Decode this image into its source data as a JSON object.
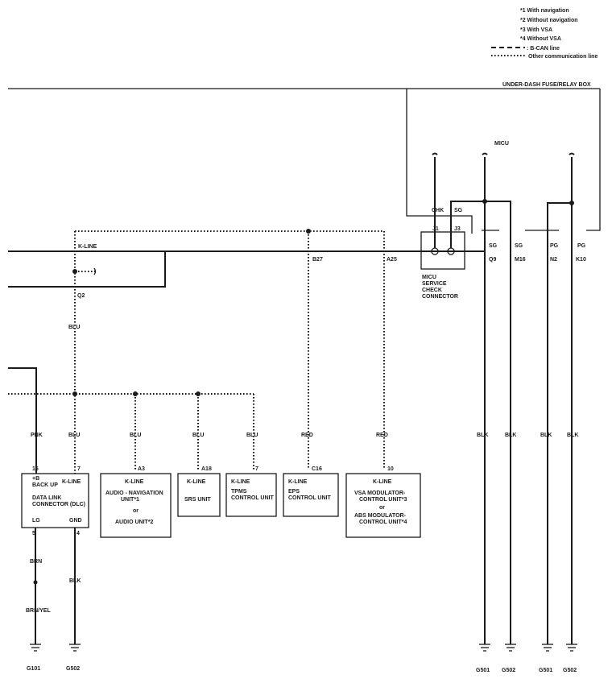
{
  "legend": {
    "notes": [
      "*1  With navigation",
      "*2  Without navigation",
      "*3  With VSA",
      "*4  Without VSA"
    ],
    "bcan": ": B-CAN line",
    "other": "Other communication line"
  },
  "fuse_box": {
    "title": "UNDER-DASH FUSE/RELAY BOX",
    "micu": "MICU"
  },
  "service_connector": {
    "labels": [
      "MICU",
      "SERVICE",
      "CHECK",
      "CONNECTOR"
    ],
    "pin_j1": "J1",
    "pin_j3": "J3",
    "wire_chk": "CHK",
    "wire_sg": "SG"
  },
  "kline_main": "K-LINE",
  "micu_terminals": [
    {
      "signal": "SG",
      "pin": "Q9",
      "color": "BLK",
      "ground": "G501"
    },
    {
      "signal": "SG",
      "pin": "M16",
      "color": "BLK",
      "ground": "G502"
    },
    {
      "signal": "PG",
      "pin": "N2",
      "color": "BLK",
      "ground": "G501"
    },
    {
      "signal": "PG",
      "pin": "K10",
      "color": "BLK",
      "ground": "G502"
    }
  ],
  "pins": {
    "b27": "B27",
    "a25": "A25",
    "q2": "Q2"
  },
  "wire_colors": {
    "blu_q2": "BLU",
    "red_eps": "RED",
    "red_vsa": "RED",
    "pnk": "PNK",
    "blu_dlc": "BLU",
    "blu_audio": "BLU",
    "blu_srs": "BLU",
    "blu_tpms": "BLU"
  },
  "dlc": {
    "pin_16": "16",
    "pin_7": "7",
    "pin_5": "5",
    "pin_4": "4",
    "plus_b": "+B",
    "backup": "BACK UP",
    "kline": "K-LINE",
    "name1": "DATA LINK",
    "name2": "CONNECTOR (DLC)",
    "lg": "LG",
    "gnd": "GND",
    "wire_brn": "BRN",
    "wire_brn_yel": "BRN/YEL",
    "wire_blk": "BLK",
    "ground1": "G101",
    "ground2": "G502"
  },
  "audio": {
    "pin": "A3",
    "kline": "K-LINE",
    "line1": "AUDIO - NAVIGATION",
    "line2": "UNIT*1",
    "line3": "or",
    "line4": "AUDIO UNIT*2"
  },
  "srs": {
    "pin": "A18",
    "kline": "K-LINE",
    "name": "SRS UNIT"
  },
  "tpms": {
    "pin": "7",
    "kline": "K-LINE",
    "line1": "TPMS",
    "line2": "CONTROL UNIT"
  },
  "eps": {
    "pin": "C16",
    "kline": "K-LINE",
    "line1": "EPS",
    "line2": "CONTROL UNIT"
  },
  "vsa": {
    "pin": "10",
    "kline": "K-LINE",
    "line1": "VSA MODULATOR-",
    "line2": "CONTROL UNIT*3",
    "line3": "or",
    "line4": "ABS MODULATOR-",
    "line5": "CONTROL UNIT*4"
  }
}
